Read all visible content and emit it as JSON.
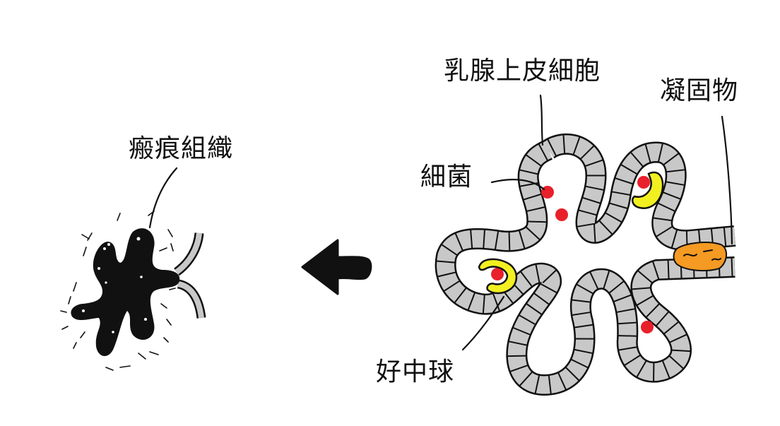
{
  "diagram": {
    "labels": {
      "scar_tissue": "瘢痕組織",
      "mammary_epithelial_cells": "乳腺上皮細胞",
      "clot": "凝固物",
      "bacteria": "細菌",
      "neutrophil": "好中球"
    },
    "colors": {
      "ink": "#111111",
      "epithelium": "#c8c8c8",
      "bacteria": "#e8202a",
      "neutrophil": "#f2f020",
      "clot": "#f59a22",
      "background": "#ffffff"
    },
    "icons": {
      "progression_arrow": "arrow-left-icon"
    }
  }
}
